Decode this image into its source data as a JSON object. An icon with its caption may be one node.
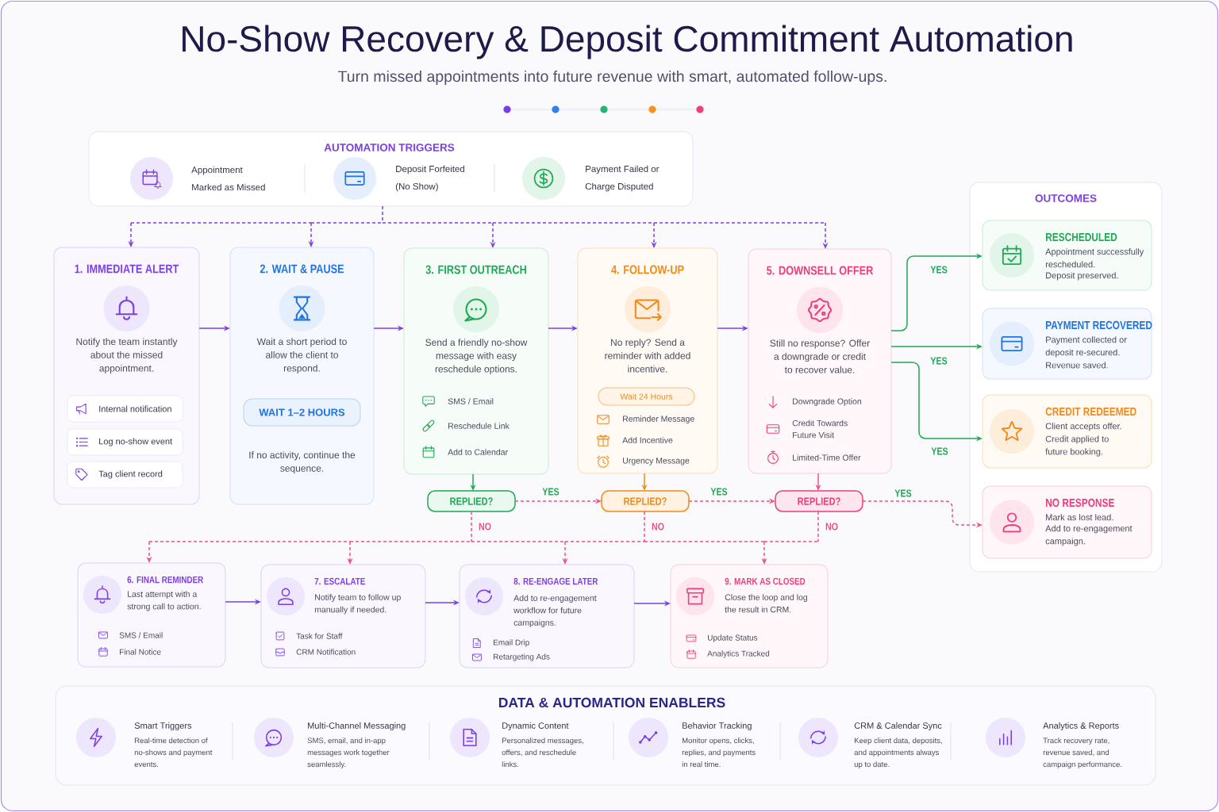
{
  "diagram": {
    "title": "No-Show Recovery & Deposit Commitment Automation",
    "nodes": [
      {
        "text": [
          "AUTOMATION TRIGGERS",
          "Appointment Marked as Missed",
          "Deposit Forfeited (No Show)",
          "Payment Failed or Charge Disputed"
        ]
      },
      {
        "text": [
          "1. IMMEDIATE ALERT",
          "Notify the team instantly about the missed appointment."
        ]
      },
      {
        "text": [
          "Internal notification"
        ],
        "in": 1
      },
      {
        "text": [
          "Log no-show event"
        ],
        "in": 1
      },
      {
        "text": [
          "Tag client record"
        ],
        "in": 1
      },
      {
        "text": [
          "2. WAIT & PAUSE",
          "Wait a short period to allow the client to respond.",
          "If no activity, continue the sequence."
        ]
      },
      {
        "text": [
          "WAIT 1–2 HOURS"
        ],
        "in": 5
      },
      {
        "text": [
          "3. FIRST OUTREACH",
          "Send a friendly no-show message with easy reschedule options.",
          "SMS / Email",
          "Reschedule Link",
          "Add to Calendar"
        ]
      },
      {
        "text": [
          "4. FOLLOW-UP",
          "No reply? Send a reminder with added incentive.",
          "Reminder Message",
          "Add Incentive",
          "Urgency Message"
        ]
      },
      {
        "text": [
          "Wait 24 Hours"
        ],
        "in": 8
      },
      {
        "text": [
          "5. DOWNSELL OFFER",
          "Still no response? Offer a downgrade or credit to recover value.",
          "Downgrade Option",
          "Credit Towards Future Visit",
          "Limited-Time Offer"
        ]
      },
      {
        "text": [
          "REPLIED?"
        ]
      },
      {
        "text": [
          "REPLIED?"
        ]
      },
      {
        "text": [
          "REPLIED?"
        ]
      },
      {
        "text": [
          "OUTCOMES"
        ]
      },
      {
        "text": [
          "RESCHEDULED",
          "Appointment successfully rescheduled.",
          "Deposit preserved."
        ],
        "in": 14
      },
      {
        "text": [
          "PAYMENT RECOVERED",
          "Payment collected or deposit re-secured.",
          "Revenue saved."
        ],
        "in": 14
      },
      {
        "text": [
          "CREDIT REDEEMED",
          "Client accepts offer.",
          "Credit applied to future booking."
        ],
        "in": 14
      },
      {
        "text": [
          "NO RESPONSE",
          "Mark as lost lead.",
          "Add to re-engagement campaign."
        ],
        "in": 14
      },
      {
        "text": [
          "6. FINAL REMINDER",
          "Last attempt with a strong call to action.",
          "SMS / Email",
          "Final Notice"
        ]
      },
      {
        "text": [
          "7. ESCALATE",
          "Notify team to follow up manually if needed.",
          "Task for Staff",
          "CRM Notification"
        ]
      },
      {
        "text": [
          "8. RE-ENGAGE LATER",
          "Add to re-engagement workflow for future campaigns.",
          "Email Drip",
          "Retargeting Ads"
        ]
      },
      {
        "text": [
          "9. MARK AS CLOSED",
          "Close the loop and log the result in CRM.",
          "Update Status",
          "Analytics Tracked"
        ]
      },
      {
        "text": [
          "DATA & AUTOMATION ENABLERS",
          "Smart Triggers",
          "Real-time detection of no-shows and payment events.",
          "Multi-Channel Messaging",
          "SMS, email, and in-app messages work together seamlessly.",
          "Dynamic Content",
          "Personalized messages, offers, and reschedule links.",
          "Behavior Tracking",
          "Monitor opens, clicks, replies, and payments in real time.",
          "CRM & Calendar Sync",
          "Keep client data, deposits, and appointments always up to date.",
          "Analytics & Reports",
          "Track recovery rate, revenue saved, and campaign performance."
        ]
      }
    ],
    "edges": [
      {
        "from": 0,
        "to": 1,
        "arrow": "to",
        "style": "dashed",
        "color": "#7b3fe4"
      },
      {
        "from": 0,
        "to": 5,
        "arrow": "to",
        "style": "dashed",
        "color": "#7b3fe4"
      },
      {
        "from": 0,
        "to": 7,
        "arrow": "to",
        "style": "dashed",
        "color": "#7b3fe4"
      },
      {
        "from": 0,
        "to": 8,
        "arrow": "to",
        "style": "dashed",
        "color": "#7b3fe4"
      },
      {
        "from": 0,
        "to": 10,
        "arrow": "to",
        "style": "dashed",
        "color": "#7b3fe4"
      },
      {
        "from": 1,
        "to": 5,
        "arrow": "to",
        "color": "#7b3fe4"
      },
      {
        "from": 5,
        "to": 7,
        "arrow": "to",
        "color": "#7b3fe4"
      },
      {
        "from": 7,
        "to": 8,
        "arrow": "to",
        "color": "#7b3fe4"
      },
      {
        "from": 8,
        "to": 10,
        "arrow": "to",
        "color": "#7b3fe4"
      },
      {
        "from": 7,
        "to": 11,
        "arrow": "to",
        "color": "#1fa855"
      },
      {
        "from": 8,
        "to": 12,
        "arrow": "to",
        "color": "#f08a1a"
      },
      {
        "from": 10,
        "to": 13,
        "arrow": "to"
      },
      {
        "from": 11,
        "to": 12,
        "arrow": "to",
        "style": "dashed",
        "label": "YES"
      },
      {
        "from": 12,
        "to": 13,
        "arrow": "to",
        "style": "dashed",
        "label": "YES"
      },
      {
        "from": 13,
        "to": 18,
        "arrow": "to",
        "style": "dashed",
        "label": "YES"
      },
      {
        "from": 10,
        "to": 15,
        "arrow": "to",
        "color": "#1fa855",
        "label": "YES"
      },
      {
        "from": 10,
        "to": 16,
        "arrow": "to",
        "color": "#1fa855",
        "label": "YES"
      },
      {
        "from": 10,
        "to": 17,
        "arrow": "to",
        "color": "#1fa855",
        "label": "YES"
      },
      {
        "from": 11,
        "to": 19,
        "arrow": "to",
        "style": "dashed",
        "label": "NO"
      },
      {
        "from": 11,
        "to": 20,
        "arrow": "to",
        "style": "dashed"
      },
      {
        "from": 11,
        "to": 21,
        "arrow": "to",
        "style": "dashed"
      },
      {
        "from": 11,
        "to": 22,
        "arrow": "to",
        "style": "dashed"
      },
      {
        "from": 12,
        "to": 19,
        "arrow": "to",
        "style": "dashed",
        "label": "NO"
      },
      {
        "from": 12,
        "to": 20,
        "arrow": "to",
        "style": "dashed"
      },
      {
        "from": 12,
        "to": 21,
        "arrow": "to",
        "style": "dashed"
      },
      {
        "from": 12,
        "to": 22,
        "arrow": "to",
        "style": "dashed"
      },
      {
        "from": 13,
        "to": 19,
        "arrow": "to",
        "style": "dashed",
        "label": "NO"
      },
      {
        "from": 13,
        "to": 20,
        "arrow": "to",
        "style": "dashed"
      },
      {
        "from": 13,
        "to": 21,
        "arrow": "to",
        "style": "dashed"
      },
      {
        "from": 13,
        "to": 22,
        "arrow": "to",
        "style": "dashed"
      },
      {
        "from": 19,
        "to": 20,
        "arrow": "to",
        "color": "#7b3fe4"
      },
      {
        "from": 20,
        "to": 21,
        "arrow": "to",
        "color": "#7b3fe4"
      },
      {
        "from": 21,
        "to": 22,
        "arrow": "to",
        "color": "#7b3fe4"
      }
    ],
    "labels": [
      "Turn missed appointments into future revenue with smart, automated follow-ups."
    ]
  }
}
